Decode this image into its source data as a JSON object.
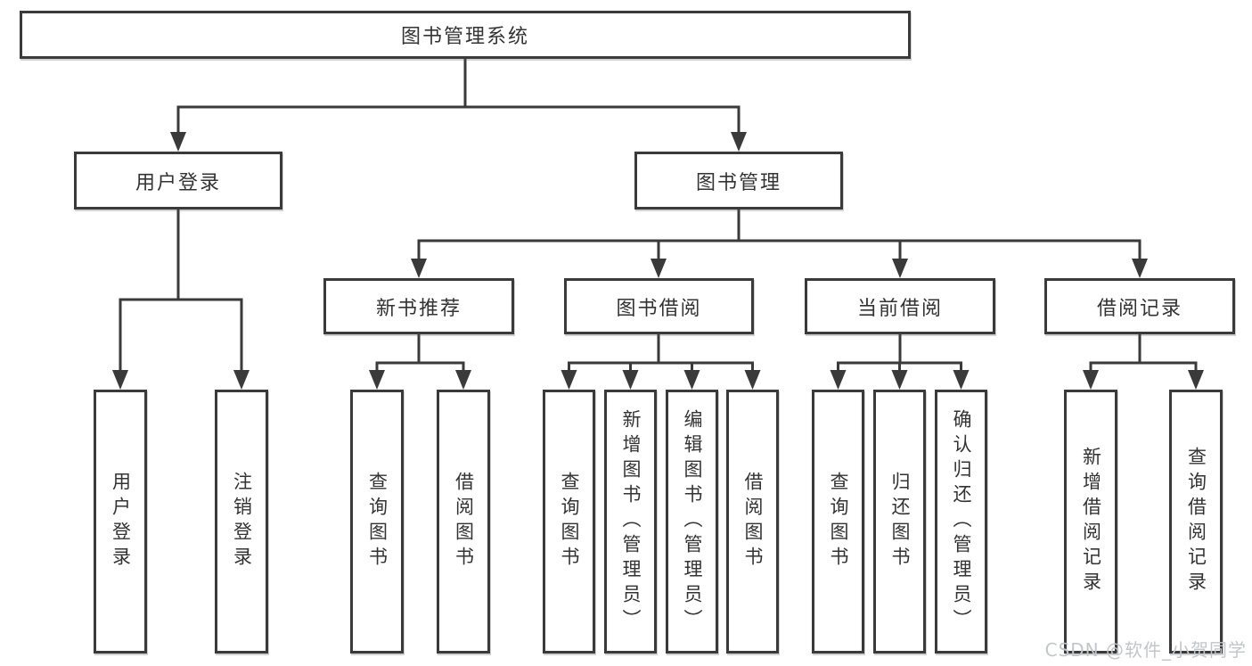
{
  "diagram": {
    "root": {
      "label": "图书管理系统"
    },
    "level2": [
      {
        "id": "user-login",
        "label": "用户登录"
      },
      {
        "id": "book-management",
        "label": "图书管理"
      }
    ],
    "level3": [
      {
        "id": "new-book-recommend",
        "label": "新书推荐"
      },
      {
        "id": "book-borrowing",
        "label": "图书借阅"
      },
      {
        "id": "current-borrowing",
        "label": "当前借阅"
      },
      {
        "id": "borrowing-records",
        "label": "借阅记录"
      }
    ],
    "leaves": {
      "user_login": [
        {
          "label": "用户登录"
        },
        {
          "label": "注销登录"
        }
      ],
      "new_book_recommend": [
        {
          "label": "查询图书"
        },
        {
          "label": "借阅图书"
        }
      ],
      "book_borrowing": [
        {
          "label": "查询图书"
        },
        {
          "label": "新增图书（管理员）"
        },
        {
          "label": "编辑图书（管理员）"
        },
        {
          "label": "借阅图书"
        }
      ],
      "current_borrowing": [
        {
          "label": "查询图书"
        },
        {
          "label": "归还图书"
        },
        {
          "label": "确认归还（管理员）"
        }
      ],
      "borrowing_records": [
        {
          "label": "新增借阅记录"
        },
        {
          "label": "查询借阅记录"
        }
      ]
    }
  },
  "watermark": {
    "text": "CSDN @软件_小贺同学"
  },
  "colors": {
    "line": "#3a3a3a",
    "box_border": "#3a3a3a",
    "box_background": "#ffffff",
    "text": "#333333",
    "watermark": "#c2c6c9",
    "page_background": "#ffffff"
  }
}
